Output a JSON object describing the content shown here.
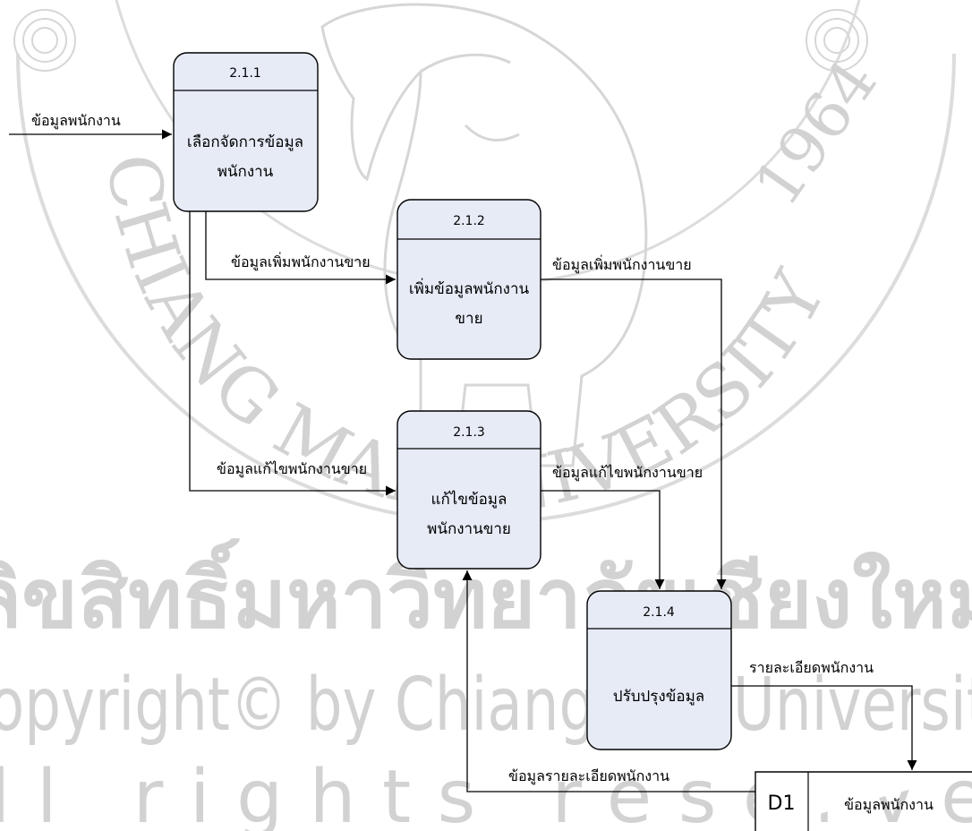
{
  "watermark": {
    "arc_text": "CHIANG MAI UNIVERSITY",
    "year": "1964",
    "line1": "ลิขสิทธิ์มหาวิทยาลัยเชียงใหม่",
    "line2": "Copyright© by Chiang Mai University",
    "line3": "All rights reserved"
  },
  "processes": [
    {
      "id": "2.1.1",
      "name_line1": "เลือกจัดการข้อมูล",
      "name_line2": "พนักงาน"
    },
    {
      "id": "2.1.2",
      "name_line1": "เพิ่มข้อมูลพนักงาน",
      "name_line2": "ขาย"
    },
    {
      "id": "2.1.3",
      "name_line1": "แก้ไขข้อมูล",
      "name_line2": "พนักงานขาย"
    },
    {
      "id": "2.1.4",
      "name_line1": "ปรับปรุงข้อมูล",
      "name_line2": ""
    }
  ],
  "flows": {
    "input": "ข้อมูลพนักงาน",
    "add_in": "ข้อมูลเพิ่มพนักงานขาย",
    "add_out": "ข้อมูลเพิ่มพนักงานขาย",
    "edit_in": "ข้อมูลแก้ไขพนักงานขาย",
    "edit_out": "ข้อมูลแก้ไขพนักงานขาย",
    "to_store": "รายละเอียดพนักงาน",
    "from_store": "ข้อมูลรายละเอียดพนักงาน"
  },
  "store": {
    "id": "D1",
    "name": "ข้อมูลพนักงาน"
  }
}
